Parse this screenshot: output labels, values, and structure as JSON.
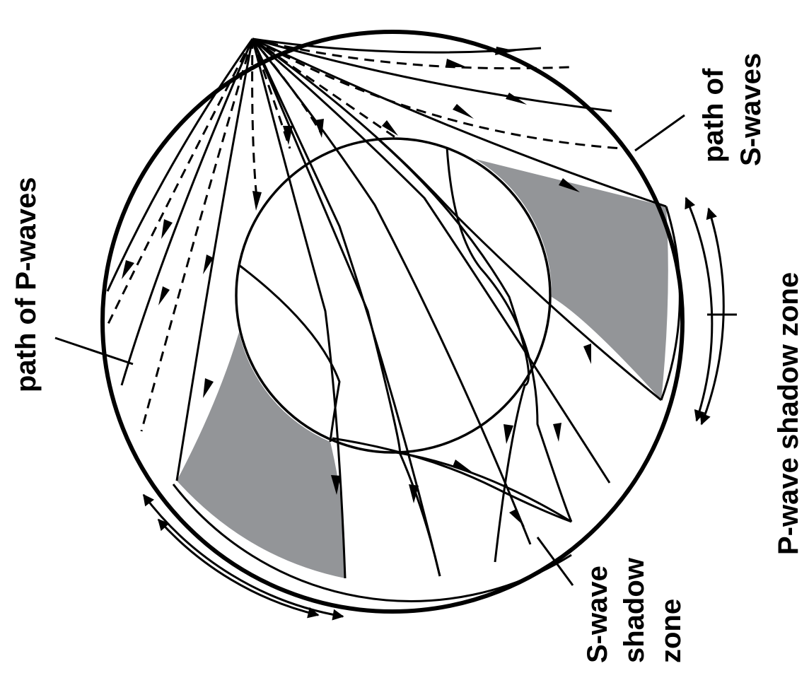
{
  "labels": {
    "p_waves": "path of P-waves",
    "s_waves_line1": "path of",
    "s_waves_line2": "S-waves",
    "p_shadow": "P-wave shadow zone",
    "s_shadow_line1": "S-wave",
    "s_shadow_line2": "shadow",
    "s_shadow_line3": "zone"
  },
  "colors": {
    "shadow_fill": "#939598",
    "line": "#000000",
    "background": "#ffffff"
  }
}
